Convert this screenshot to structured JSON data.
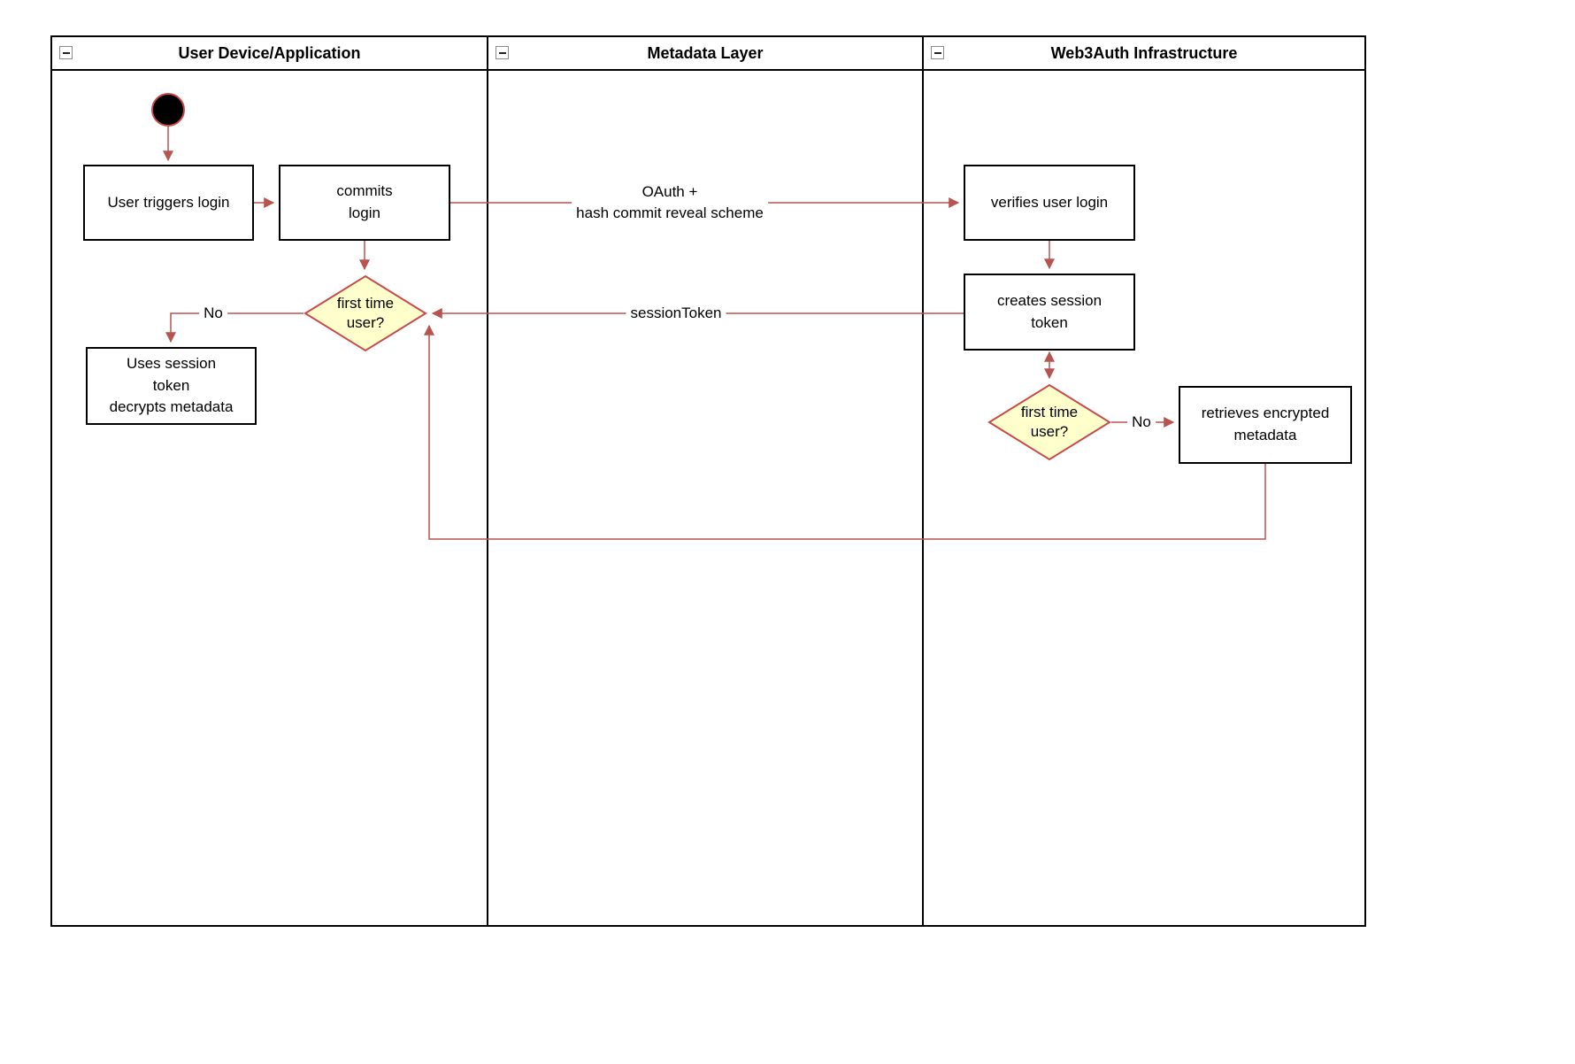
{
  "diagram": {
    "lanes": [
      {
        "title": "User Device/Application"
      },
      {
        "title": "Metadata Layer"
      },
      {
        "title": "Web3Auth Infrastructure"
      }
    ],
    "nodes": {
      "user_triggers_login": {
        "label": "User triggers login"
      },
      "commits_login": {
        "label": "commits\nlogin"
      },
      "first_time_user_left": {
        "label": "first time\nuser?"
      },
      "uses_session_token": {
        "label": "Uses session\ntoken\ndecrypts metadata"
      },
      "verifies_user_login": {
        "label": "verifies user login"
      },
      "creates_session_token": {
        "label": "creates session\ntoken"
      },
      "first_time_user_right": {
        "label": "first time\nuser?"
      },
      "retrieves_encrypted_metadata": {
        "label": "retrieves encrypted\nmetadata"
      }
    },
    "edge_labels": {
      "oauth": "OAuth +\nhash commit reveal scheme",
      "session_token": "sessionToken",
      "no_left": "No",
      "no_right": "No"
    },
    "colors": {
      "connector": "#b85450",
      "decision_fill": "#ffffcc",
      "decision_border": "#c84b4b",
      "node_border": "#000000",
      "start_fill": "#000000"
    }
  }
}
